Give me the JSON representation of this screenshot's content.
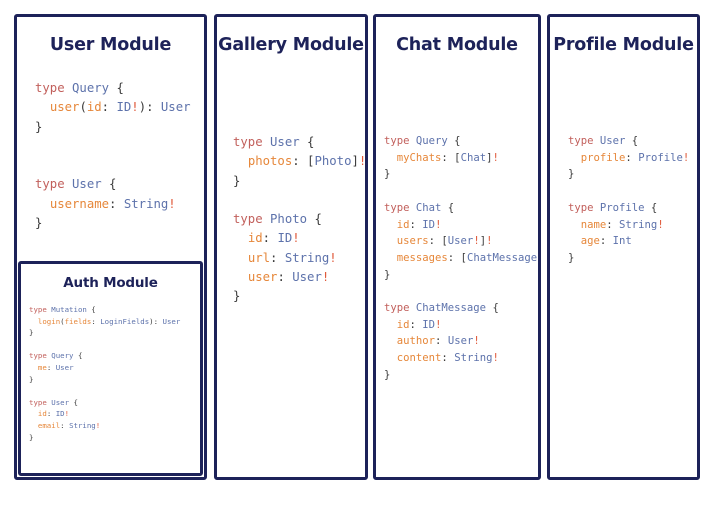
{
  "background": "#ffffff",
  "theme": {
    "border_color": "#1d2259",
    "title_color": "#1d2259",
    "keyword_color": "#c2605c",
    "type_color": "#5d72ab",
    "field_color": "#e6873a",
    "bang_color": "#e05a3a",
    "punctuation_color": "#3b3b3b"
  },
  "panels": [
    {
      "id": "user-module",
      "title": "User Module",
      "code_lines": [
        [
          {
            "t": "type ",
            "c": "kw"
          },
          {
            "t": "Query",
            "c": "type"
          },
          {
            "t": " {",
            "c": "punc"
          }
        ],
        [
          {
            "t": "  ",
            "c": "punc"
          },
          {
            "t": "user",
            "c": "fld"
          },
          {
            "t": "(",
            "c": "punc"
          },
          {
            "t": "id",
            "c": "fld"
          },
          {
            "t": ": ",
            "c": "punc"
          },
          {
            "t": "ID",
            "c": "type"
          },
          {
            "t": "!",
            "c": "bang"
          },
          {
            "t": "): ",
            "c": "punc"
          },
          {
            "t": "User",
            "c": "type"
          }
        ],
        [
          {
            "t": "}",
            "c": "punc"
          }
        ],
        [
          {
            "t": "",
            "c": "punc"
          }
        ],
        [
          {
            "t": "",
            "c": "punc"
          }
        ],
        [
          {
            "t": "type ",
            "c": "kw"
          },
          {
            "t": "User",
            "c": "type"
          },
          {
            "t": " {",
            "c": "punc"
          }
        ],
        [
          {
            "t": "  ",
            "c": "punc"
          },
          {
            "t": "username",
            "c": "fld"
          },
          {
            "t": ": ",
            "c": "punc"
          },
          {
            "t": "String",
            "c": "type"
          },
          {
            "t": "!",
            "c": "bang"
          }
        ],
        [
          {
            "t": "}",
            "c": "punc"
          }
        ]
      ],
      "child": {
        "id": "auth-module",
        "title": "Auth Module",
        "code_lines": [
          [
            {
              "t": "type ",
              "c": "kw"
            },
            {
              "t": "Mutation",
              "c": "type"
            },
            {
              "t": " {",
              "c": "punc"
            }
          ],
          [
            {
              "t": "  ",
              "c": "punc"
            },
            {
              "t": "login",
              "c": "fld"
            },
            {
              "t": "(",
              "c": "punc"
            },
            {
              "t": "fields",
              "c": "fld"
            },
            {
              "t": ": ",
              "c": "punc"
            },
            {
              "t": "LoginFields",
              "c": "type"
            },
            {
              "t": "): ",
              "c": "punc"
            },
            {
              "t": "User",
              "c": "type"
            }
          ],
          [
            {
              "t": "}",
              "c": "punc"
            }
          ],
          [
            {
              "t": "",
              "c": "punc"
            }
          ],
          [
            {
              "t": "type ",
              "c": "kw"
            },
            {
              "t": "Query",
              "c": "type"
            },
            {
              "t": " {",
              "c": "punc"
            }
          ],
          [
            {
              "t": "  ",
              "c": "punc"
            },
            {
              "t": "me",
              "c": "fld"
            },
            {
              "t": ": ",
              "c": "punc"
            },
            {
              "t": "User",
              "c": "type"
            }
          ],
          [
            {
              "t": "}",
              "c": "punc"
            }
          ],
          [
            {
              "t": "",
              "c": "punc"
            }
          ],
          [
            {
              "t": "type ",
              "c": "kw"
            },
            {
              "t": "User",
              "c": "type"
            },
            {
              "t": " {",
              "c": "punc"
            }
          ],
          [
            {
              "t": "  ",
              "c": "punc"
            },
            {
              "t": "id",
              "c": "fld"
            },
            {
              "t": ": ",
              "c": "punc"
            },
            {
              "t": "ID",
              "c": "type"
            },
            {
              "t": "!",
              "c": "bang"
            }
          ],
          [
            {
              "t": "  ",
              "c": "punc"
            },
            {
              "t": "email",
              "c": "fld"
            },
            {
              "t": ": ",
              "c": "punc"
            },
            {
              "t": "String",
              "c": "type"
            },
            {
              "t": "!",
              "c": "bang"
            }
          ],
          [
            {
              "t": "}",
              "c": "punc"
            }
          ]
        ]
      }
    },
    {
      "id": "gallery-module",
      "title": "Gallery Module",
      "code_lines": [
        [
          {
            "t": "type ",
            "c": "kw"
          },
          {
            "t": "User",
            "c": "type"
          },
          {
            "t": " {",
            "c": "punc"
          }
        ],
        [
          {
            "t": "  ",
            "c": "punc"
          },
          {
            "t": "photos",
            "c": "fld"
          },
          {
            "t": ": [",
            "c": "punc"
          },
          {
            "t": "Photo",
            "c": "type"
          },
          {
            "t": "]",
            "c": "punc"
          },
          {
            "t": "!",
            "c": "bang"
          }
        ],
        [
          {
            "t": "}",
            "c": "punc"
          }
        ],
        [
          {
            "t": "",
            "c": "punc"
          }
        ],
        [
          {
            "t": "type ",
            "c": "kw"
          },
          {
            "t": "Photo",
            "c": "type"
          },
          {
            "t": " {",
            "c": "punc"
          }
        ],
        [
          {
            "t": "  ",
            "c": "punc"
          },
          {
            "t": "id",
            "c": "fld"
          },
          {
            "t": ": ",
            "c": "punc"
          },
          {
            "t": "ID",
            "c": "type"
          },
          {
            "t": "!",
            "c": "bang"
          }
        ],
        [
          {
            "t": "  ",
            "c": "punc"
          },
          {
            "t": "url",
            "c": "fld"
          },
          {
            "t": ": ",
            "c": "punc"
          },
          {
            "t": "String",
            "c": "type"
          },
          {
            "t": "!",
            "c": "bang"
          }
        ],
        [
          {
            "t": "  ",
            "c": "punc"
          },
          {
            "t": "user",
            "c": "fld"
          },
          {
            "t": ": ",
            "c": "punc"
          },
          {
            "t": "User",
            "c": "type"
          },
          {
            "t": "!",
            "c": "bang"
          }
        ],
        [
          {
            "t": "}",
            "c": "punc"
          }
        ]
      ]
    },
    {
      "id": "chat-module",
      "title": "Chat Module",
      "code_lines": [
        [
          {
            "t": "type ",
            "c": "kw"
          },
          {
            "t": "Query",
            "c": "type"
          },
          {
            "t": " {",
            "c": "punc"
          }
        ],
        [
          {
            "t": "  ",
            "c": "punc"
          },
          {
            "t": "myChats",
            "c": "fld"
          },
          {
            "t": ": [",
            "c": "punc"
          },
          {
            "t": "Chat",
            "c": "type"
          },
          {
            "t": "]",
            "c": "punc"
          },
          {
            "t": "!",
            "c": "bang"
          }
        ],
        [
          {
            "t": "}",
            "c": "punc"
          }
        ],
        [
          {
            "t": "",
            "c": "punc"
          }
        ],
        [
          {
            "t": "type ",
            "c": "kw"
          },
          {
            "t": "Chat",
            "c": "type"
          },
          {
            "t": " {",
            "c": "punc"
          }
        ],
        [
          {
            "t": "  ",
            "c": "punc"
          },
          {
            "t": "id",
            "c": "fld"
          },
          {
            "t": ": ",
            "c": "punc"
          },
          {
            "t": "ID",
            "c": "type"
          },
          {
            "t": "!",
            "c": "bang"
          }
        ],
        [
          {
            "t": "  ",
            "c": "punc"
          },
          {
            "t": "users",
            "c": "fld"
          },
          {
            "t": ": [",
            "c": "punc"
          },
          {
            "t": "User",
            "c": "type"
          },
          {
            "t": "!",
            "c": "bang"
          },
          {
            "t": "]",
            "c": "punc"
          },
          {
            "t": "!",
            "c": "bang"
          }
        ],
        [
          {
            "t": "  ",
            "c": "punc"
          },
          {
            "t": "messages",
            "c": "fld"
          },
          {
            "t": ": [",
            "c": "punc"
          },
          {
            "t": "ChatMessage",
            "c": "type"
          },
          {
            "t": "]",
            "c": "punc"
          },
          {
            "t": "!",
            "c": "bang"
          }
        ],
        [
          {
            "t": "}",
            "c": "punc"
          }
        ],
        [
          {
            "t": "",
            "c": "punc"
          }
        ],
        [
          {
            "t": "type ",
            "c": "kw"
          },
          {
            "t": "ChatMessage",
            "c": "type"
          },
          {
            "t": " {",
            "c": "punc"
          }
        ],
        [
          {
            "t": "  ",
            "c": "punc"
          },
          {
            "t": "id",
            "c": "fld"
          },
          {
            "t": ": ",
            "c": "punc"
          },
          {
            "t": "ID",
            "c": "type"
          },
          {
            "t": "!",
            "c": "bang"
          }
        ],
        [
          {
            "t": "  ",
            "c": "punc"
          },
          {
            "t": "author",
            "c": "fld"
          },
          {
            "t": ": ",
            "c": "punc"
          },
          {
            "t": "User",
            "c": "type"
          },
          {
            "t": "!",
            "c": "bang"
          }
        ],
        [
          {
            "t": "  ",
            "c": "punc"
          },
          {
            "t": "content",
            "c": "fld"
          },
          {
            "t": ": ",
            "c": "punc"
          },
          {
            "t": "String",
            "c": "type"
          },
          {
            "t": "!",
            "c": "bang"
          }
        ],
        [
          {
            "t": "}",
            "c": "punc"
          }
        ]
      ]
    },
    {
      "id": "profile-module",
      "title": "Profile Module",
      "code_lines": [
        [
          {
            "t": "type ",
            "c": "kw"
          },
          {
            "t": "User",
            "c": "type"
          },
          {
            "t": " {",
            "c": "punc"
          }
        ],
        [
          {
            "t": "  ",
            "c": "punc"
          },
          {
            "t": "profile",
            "c": "fld"
          },
          {
            "t": ": ",
            "c": "punc"
          },
          {
            "t": "Profile",
            "c": "type"
          },
          {
            "t": "!",
            "c": "bang"
          }
        ],
        [
          {
            "t": "}",
            "c": "punc"
          }
        ],
        [
          {
            "t": "",
            "c": "punc"
          }
        ],
        [
          {
            "t": "type ",
            "c": "kw"
          },
          {
            "t": "Profile",
            "c": "type"
          },
          {
            "t": " {",
            "c": "punc"
          }
        ],
        [
          {
            "t": "  ",
            "c": "punc"
          },
          {
            "t": "name",
            "c": "fld"
          },
          {
            "t": ": ",
            "c": "punc"
          },
          {
            "t": "String",
            "c": "type"
          },
          {
            "t": "!",
            "c": "bang"
          }
        ],
        [
          {
            "t": "  ",
            "c": "punc"
          },
          {
            "t": "age",
            "c": "fld"
          },
          {
            "t": ": ",
            "c": "punc"
          },
          {
            "t": "Int",
            "c": "type"
          }
        ],
        [
          {
            "t": "}",
            "c": "punc"
          }
        ]
      ]
    }
  ]
}
